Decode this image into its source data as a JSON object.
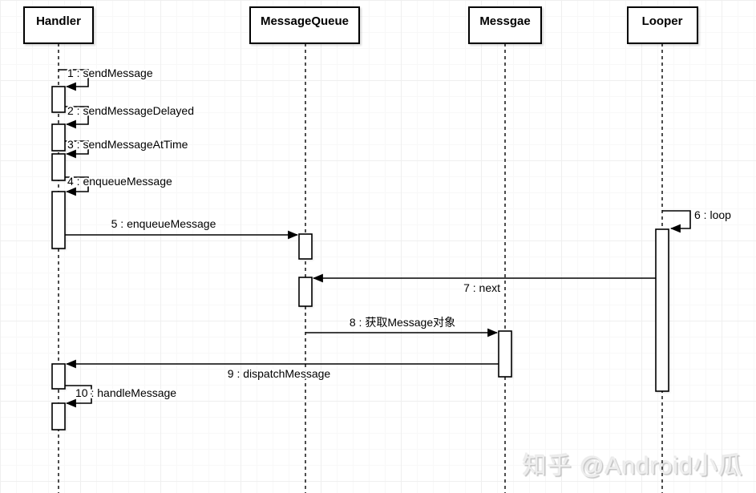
{
  "diagram": {
    "kind": "uml-sequence-diagram",
    "topic": "Android Handler message flow",
    "actors": [
      {
        "name": "Handler"
      },
      {
        "name": "MessageQueue"
      },
      {
        "name": "Messgae"
      },
      {
        "name": "Looper"
      }
    ],
    "messages": [
      {
        "label": "1 : sendMessage",
        "from": "Handler",
        "to": "Handler",
        "type": "self-call"
      },
      {
        "label": "2 : sendMessageDelayed",
        "from": "Handler",
        "to": "Handler",
        "type": "self-call"
      },
      {
        "label": "3 : sendMessageAtTime",
        "from": "Handler",
        "to": "Handler",
        "type": "self-call"
      },
      {
        "label": "4 : enqueueMessage",
        "from": "Handler",
        "to": "Handler",
        "type": "self-call"
      },
      {
        "label": "5 : enqueueMessage",
        "from": "Handler",
        "to": "MessageQueue",
        "type": "call"
      },
      {
        "label": "6 : loop",
        "from": "Looper",
        "to": "Looper",
        "type": "self-call"
      },
      {
        "label": "7 : next",
        "from": "Looper",
        "to": "MessageQueue",
        "type": "call"
      },
      {
        "label": "8 : 获取Message对象",
        "from": "MessageQueue",
        "to": "Messgae",
        "type": "call"
      },
      {
        "label": "9 : dispatchMessage",
        "from": "Messgae",
        "to": "Handler",
        "type": "call"
      },
      {
        "label": "10 : handleMessage",
        "from": "Handler",
        "to": "Handler",
        "type": "self-call"
      }
    ],
    "colors": {
      "line": "#000000",
      "shape_fill": "#ffffff",
      "grid_minor": "#f8f8f8",
      "grid_major": "#efefef",
      "watermark": "#e0e0e0"
    },
    "watermark": "知乎 @Android小瓜"
  }
}
